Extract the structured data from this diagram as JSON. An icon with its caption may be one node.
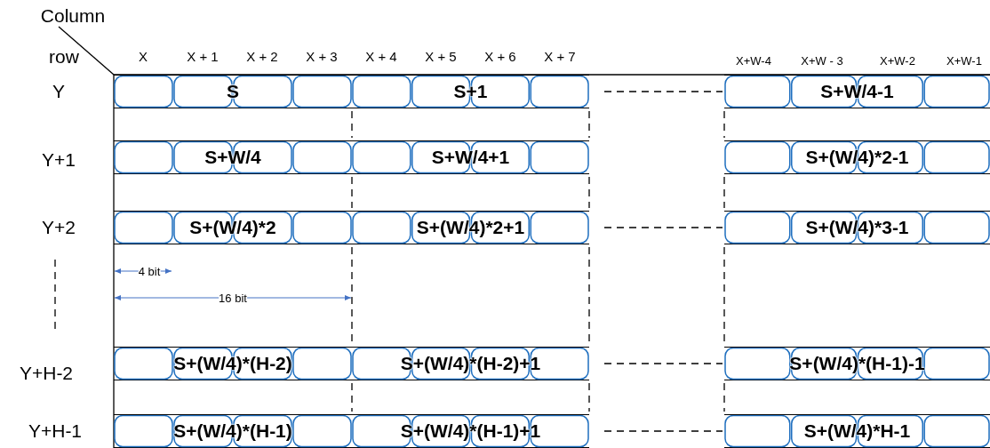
{
  "diagram": {
    "nodes": [
      {
        "text": [
          "S"
        ]
      },
      {
        "text": [
          "S+1"
        ]
      },
      {
        "text": [
          "S+W/4-1"
        ]
      },
      {
        "text": [
          "S+W/4"
        ]
      },
      {
        "text": [
          "S+W/4+1"
        ]
      },
      {
        "text": [
          "S+(W/4)*2-1"
        ]
      },
      {
        "text": [
          "S+(W/4)*2"
        ]
      },
      {
        "text": [
          "S+(W/4)*2+1"
        ]
      },
      {
        "text": [
          "S+(W/4)*3-1"
        ]
      },
      {
        "text": [
          "S+(W/4)*(H-2)"
        ]
      },
      {
        "text": [
          "S+(W/4)*(H-2)+1"
        ]
      },
      {
        "text": [
          "S+(W/4)*(H-1)-1"
        ]
      },
      {
        "text": [
          "S+(W/4)*(H-1)"
        ]
      },
      {
        "text": [
          "S+(W/4)*(H-1)+1"
        ]
      },
      {
        "text": [
          "S+(W/4)*H-1"
        ]
      }
    ],
    "labels": [
      "Column",
      "row",
      "X",
      "X + 1",
      "X + 2",
      "X + 3",
      "X + 4",
      "X + 5",
      "X + 6",
      "X + 7",
      "X+W-4",
      "X+W - 3",
      "X+W-2",
      "X+W-1",
      "Y",
      "Y+1",
      "Y+2",
      "4 bit",
      "16  bit",
      "Y+H-2",
      "Y+H-1"
    ]
  }
}
